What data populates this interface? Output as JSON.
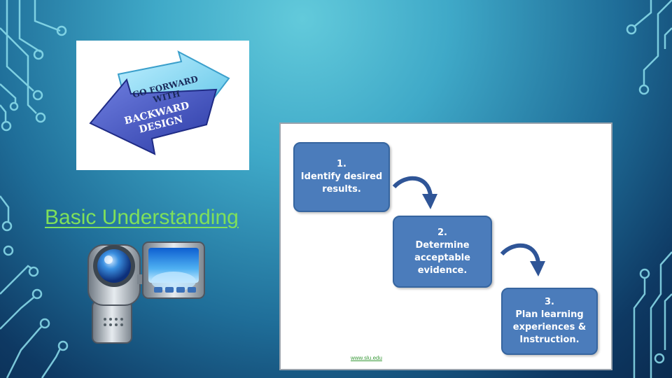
{
  "slide": {
    "link_text": "Basic Understanding",
    "accent_color": "#7fe05a",
    "background_colors": [
      "#62cadb",
      "#0a2b50"
    ]
  },
  "logo": {
    "line1": "GO FORWARD",
    "line2": "WITH",
    "line3": "BACKWARD",
    "line4": "DESIGN"
  },
  "diagram": {
    "steps": [
      {
        "number": "1.",
        "lines": [
          "Identify desired",
          "results."
        ]
      },
      {
        "number": "2.",
        "lines": [
          "Determine",
          "acceptable",
          "evidence."
        ]
      },
      {
        "number": "3.",
        "lines": [
          "Plan learning",
          "experiences &",
          "Instruction."
        ]
      }
    ],
    "source": "www.slu.edu",
    "box_color": "#4b7cbb"
  },
  "icons": {
    "camera": "video-camera-icon",
    "curve_arrow": "curved-arrow-icon"
  }
}
